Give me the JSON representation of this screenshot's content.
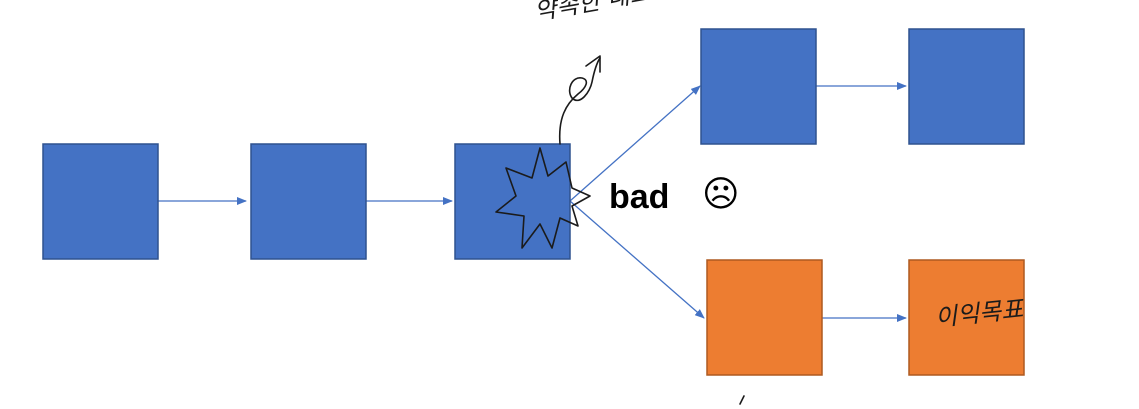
{
  "diagram": {
    "nodes": [
      {
        "id": "n1",
        "color": "#4472C4"
      },
      {
        "id": "n2",
        "color": "#4472C4"
      },
      {
        "id": "n3",
        "color": "#4472C4"
      },
      {
        "id": "n4",
        "color": "#4472C4"
      },
      {
        "id": "n5",
        "color": "#4472C4"
      },
      {
        "id": "n6",
        "color": "#ED7D31"
      },
      {
        "id": "n7",
        "color": "#ED7D31"
      }
    ],
    "edges": [
      {
        "from": "n1",
        "to": "n2"
      },
      {
        "from": "n2",
        "to": "n3"
      },
      {
        "from": "n3",
        "to": "n4"
      },
      {
        "from": "n4",
        "to": "n5"
      },
      {
        "from": "n3",
        "to": "n6"
      },
      {
        "from": "n6",
        "to": "n7"
      }
    ],
    "bad_label": "bad",
    "frown_icon": "frowning-face-icon",
    "frown_glyph": "☹",
    "handwritten_top_note": "약속한 대로 해봐요.",
    "handwritten_orange_note": "이익목표"
  },
  "colors": {
    "blue_node": "#4472C4",
    "orange_node": "#ED7D31",
    "edge": "#4472C4",
    "ink": "#1b1b1b"
  }
}
